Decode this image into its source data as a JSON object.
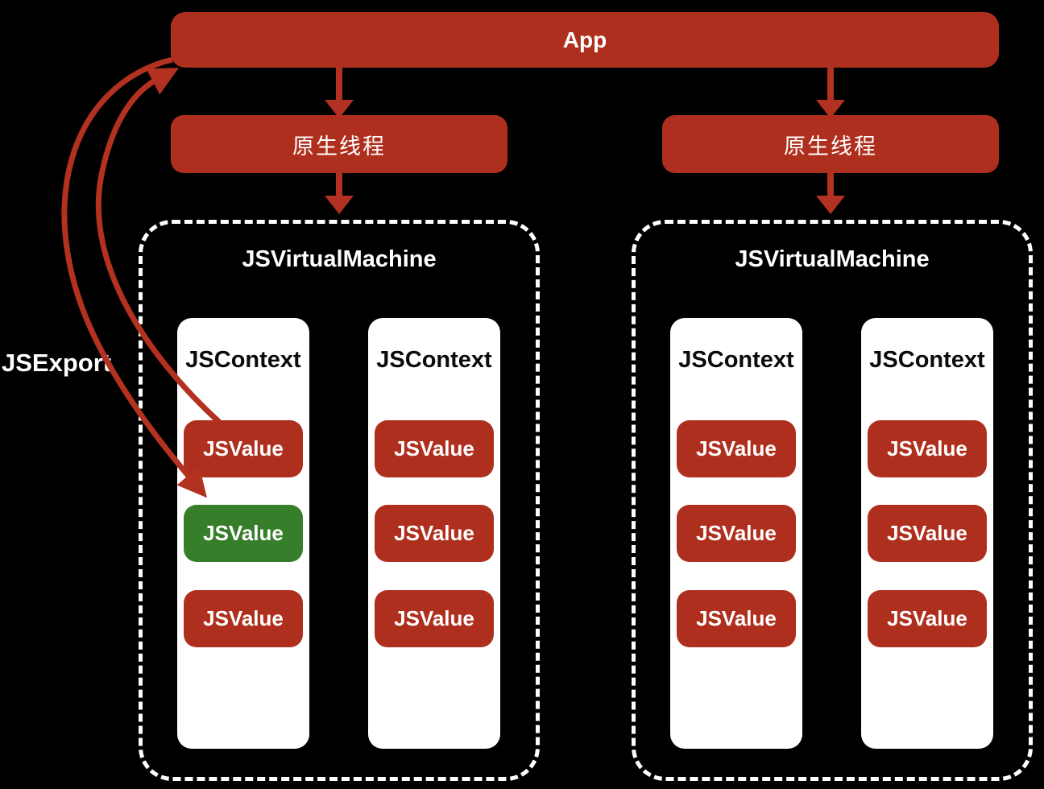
{
  "colors": {
    "background": "#000000",
    "box_red": "#AF2F1E",
    "arrow_red": "#B23120",
    "value_green": "#377E2B",
    "context_bg": "#FFFFFF",
    "dashed_border": "#FFFFFF",
    "context_text": "#0B0B0B",
    "label_text": "#FFFFFF"
  },
  "app": {
    "label": "App"
  },
  "jsexport": {
    "label": "JSExport"
  },
  "threads": [
    {
      "label": "原生线程"
    },
    {
      "label": "原生线程"
    }
  ],
  "vms": [
    {
      "title": "JSVirtualMachine",
      "contexts": [
        {
          "title": "JSContext",
          "values": [
            {
              "label": "JSValue",
              "color": "#AF2F1E"
            },
            {
              "label": "JSValue",
              "color": "#377E2B"
            },
            {
              "label": "JSValue",
              "color": "#AF2F1E"
            }
          ]
        },
        {
          "title": "JSContext",
          "values": [
            {
              "label": "JSValue",
              "color": "#AF2F1E"
            },
            {
              "label": "JSValue",
              "color": "#AF2F1E"
            },
            {
              "label": "JSValue",
              "color": "#AF2F1E"
            }
          ]
        }
      ]
    },
    {
      "title": "JSVirtualMachine",
      "contexts": [
        {
          "title": "JSContext",
          "values": [
            {
              "label": "JSValue",
              "color": "#AF2F1E"
            },
            {
              "label": "JSValue",
              "color": "#AF2F1E"
            },
            {
              "label": "JSValue",
              "color": "#AF2F1E"
            }
          ]
        },
        {
          "title": "JSContext",
          "values": [
            {
              "label": "JSValue",
              "color": "#AF2F1E"
            },
            {
              "label": "JSValue",
              "color": "#AF2F1E"
            },
            {
              "label": "JSValue",
              "color": "#AF2F1E"
            }
          ]
        }
      ]
    }
  ]
}
